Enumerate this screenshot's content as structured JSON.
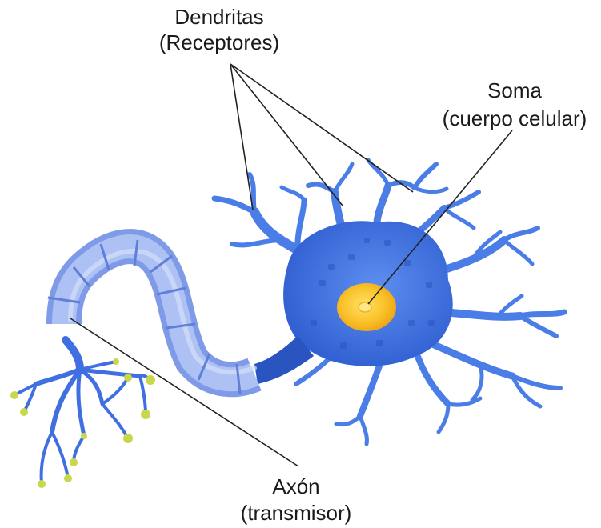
{
  "labels": {
    "dendrites": {
      "line1": "Dendritas",
      "line2": "(Receptores)"
    },
    "soma": {
      "line1": "Soma",
      "line2": "(cuerpo celular)"
    },
    "axon": {
      "line1": "Axón",
      "line2": "(transmisor)"
    }
  },
  "colors": {
    "cell_body": "#3f72e0",
    "cell_light": "#6f97ee",
    "dendrite": "#4a7de6",
    "myelin": "#8fa9ef",
    "myelin_highlight": "#b9cbf7",
    "nucleus_outer": "#f7b21c",
    "nucleus_inner": "#ffe066",
    "terminal_bulb": "#c8d84a",
    "leader_line": "#222222"
  },
  "icons": [
    "neuron-illustration"
  ]
}
